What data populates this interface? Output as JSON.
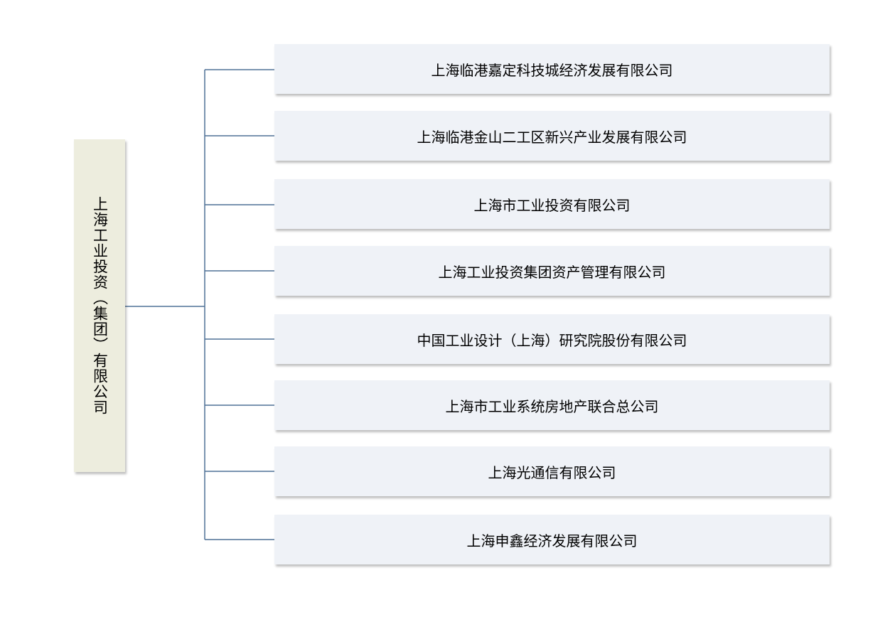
{
  "root": {
    "label": "上海工业投资（集团）有限公司"
  },
  "children": [
    {
      "label": "上海临港嘉定科技城经济发展有限公司"
    },
    {
      "label": "上海临港金山二工区新兴产业发展有限公司"
    },
    {
      "label": "上海市工业投资有限公司"
    },
    {
      "label": "上海工业投资集团资产管理有限公司"
    },
    {
      "label": "中国工业设计（上海）研究院股份有限公司"
    },
    {
      "label": "上海市工业系统房地产联合总公司"
    },
    {
      "label": "上海光通信有限公司"
    },
    {
      "label": "上海申鑫经济发展有限公司"
    }
  ],
  "colors": {
    "connector": "#4f7196",
    "root_fill": "#ededde",
    "child_fill": "#eff2f7"
  }
}
